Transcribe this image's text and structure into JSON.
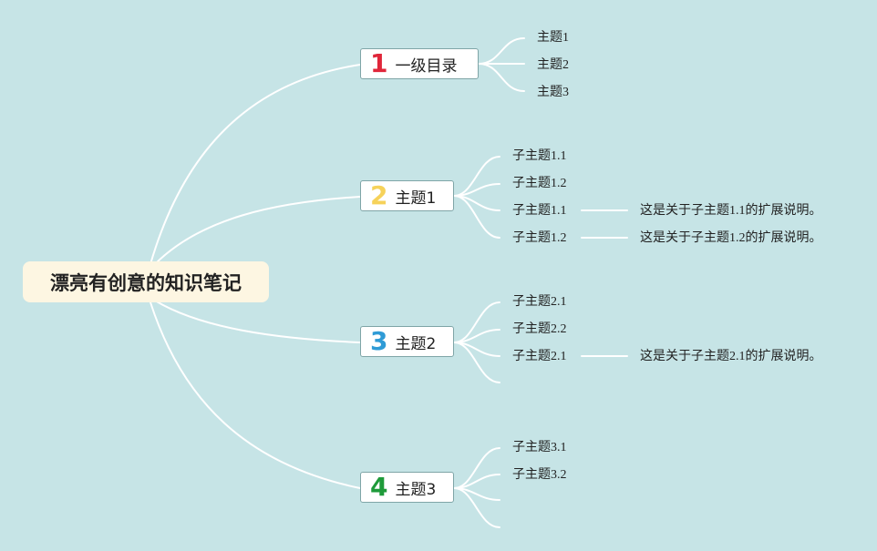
{
  "root": {
    "title": "漂亮有创意的知识笔记"
  },
  "branches": [
    {
      "number": "1",
      "color": "#e0263a",
      "label": "一级目录",
      "children": [
        {
          "label": "主题1"
        },
        {
          "label": "主题2"
        },
        {
          "label": "主题3"
        }
      ]
    },
    {
      "number": "2",
      "color": "#f6d25a",
      "label": "主题1",
      "children": [
        {
          "label": "子主题1.1"
        },
        {
          "label": "子主题1.2"
        },
        {
          "label": "子主题1.1",
          "note": "这是关于子主题1.1的扩展说明。"
        },
        {
          "label": "子主题1.2",
          "note": "这是关于子主题1.2的扩展说明。"
        }
      ]
    },
    {
      "number": "3",
      "color": "#2f9bd6",
      "label": "主题2",
      "children": [
        {
          "label": "子主题2.1"
        },
        {
          "label": "子主题2.2"
        },
        {
          "label": "子主题2.1",
          "note": "这是关于子主题2.1的扩展说明。"
        },
        {
          "label": ""
        }
      ]
    },
    {
      "number": "4",
      "color": "#1e9a3a",
      "label": "主题3",
      "children": [
        {
          "label": "子主题3.1"
        },
        {
          "label": "子主题3.2"
        },
        {
          "label": ""
        },
        {
          "label": ""
        }
      ]
    }
  ]
}
